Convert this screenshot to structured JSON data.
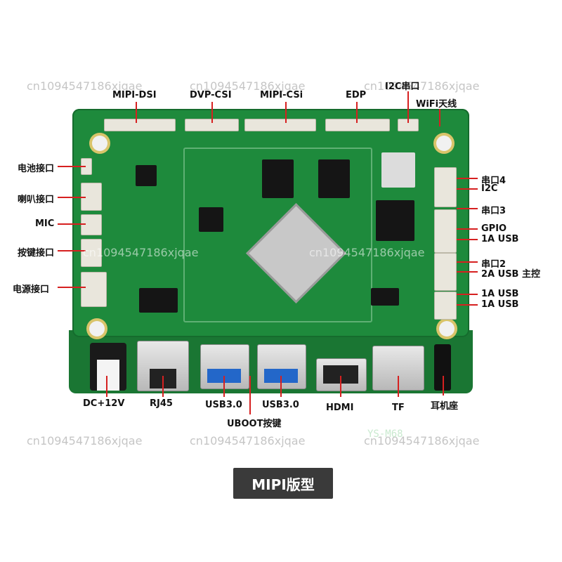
{
  "labels": {
    "top": [
      "MIPI-DSI",
      "DVP-CSI",
      "MIPI-CSi",
      "EDP",
      "I2C串口",
      "WiFi天线"
    ],
    "left": [
      "电池接口",
      "喇叭接口",
      "MIC",
      "按键接口",
      "电源接口"
    ],
    "right": [
      "串口4",
      "I2C",
      "串口3",
      "GPIO",
      "1A USB",
      "串口2",
      "2A USB 主控",
      "1A USB",
      "1A USB"
    ],
    "bottom": [
      "DC+12V",
      "RJ45",
      "USB3.0",
      "USB3.0",
      "HDMI",
      "TF",
      "耳机座",
      "UBOOT按键"
    ]
  },
  "board_silkscreen": "YS-M68",
  "footer_badge": "MIPI版型",
  "watermark": "cn1094547186xjqae",
  "colors": {
    "pcb": "#1e8a3c",
    "pointer": "#d62020",
    "badge": "#3a3a3a"
  }
}
